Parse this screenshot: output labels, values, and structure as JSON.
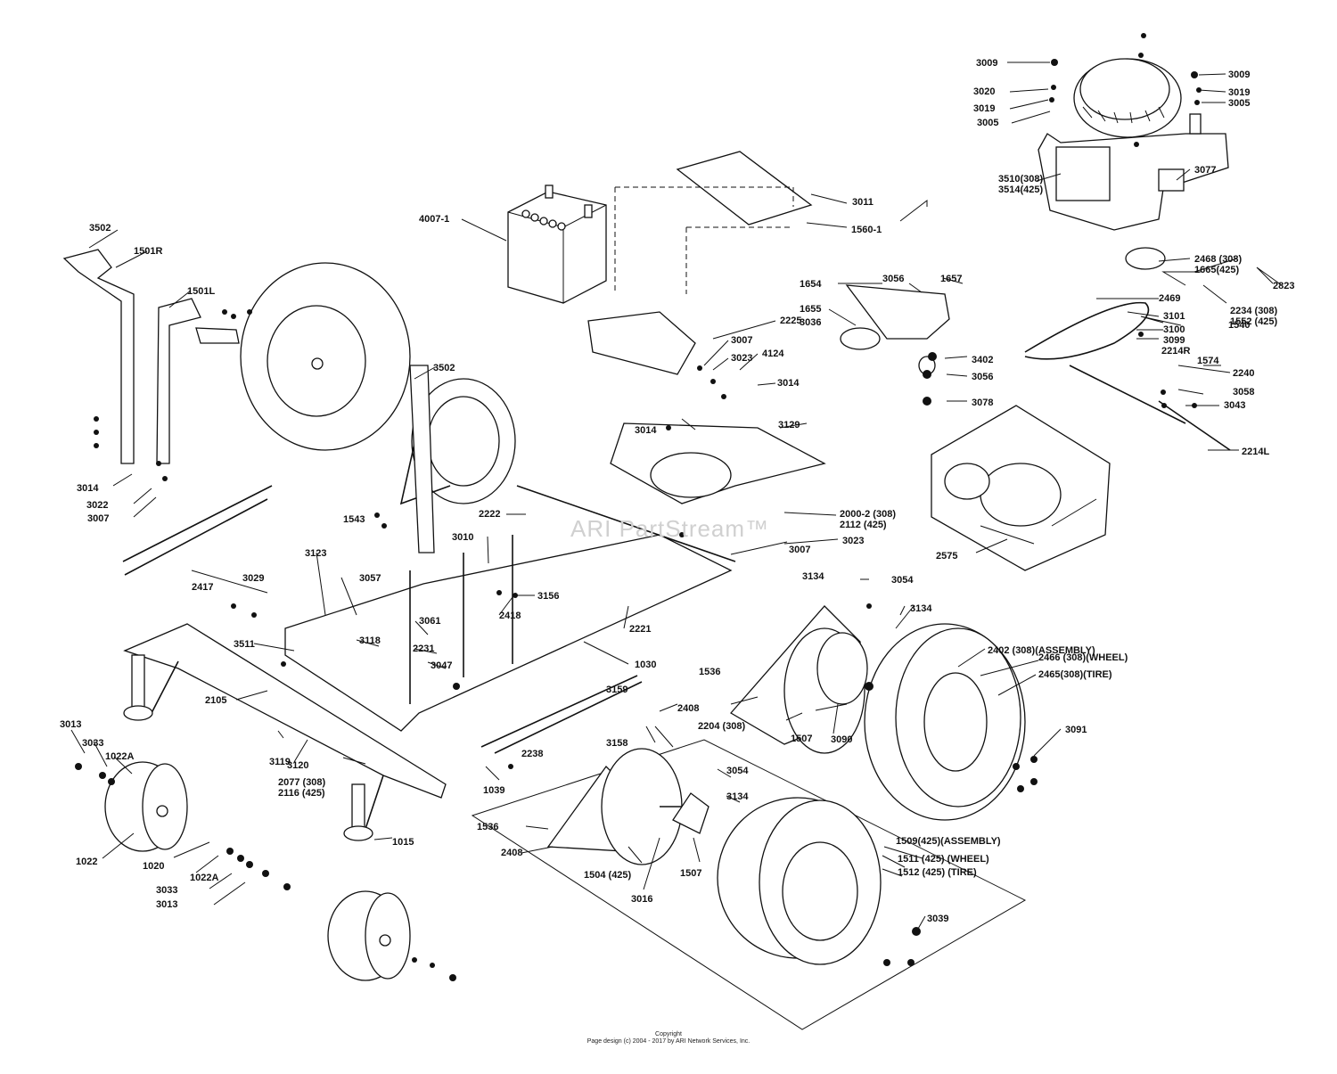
{
  "watermark": "ARI PartStream™",
  "footer": {
    "line1": "Copyright",
    "line2": "Page design (c) 2004 - 2017 by ARI Network Services, Inc."
  },
  "callouts": [
    "3009",
    "3020",
    "3019",
    "3005",
    "3009",
    "3019",
    "3005",
    "3510(308)",
    "3514(425)",
    "3077",
    "3011",
    "1560-1",
    "4007-1",
    "2823",
    "2468 (308)",
    "1665(425)",
    "2234 (308)",
    "1552 (425)",
    "1654",
    "3056",
    "1657",
    "2469",
    "1655",
    "3036",
    "3101",
    "3100",
    "3099",
    "1540",
    "3402",
    "3056",
    "3078",
    "2214R",
    "1574",
    "2240",
    "3058",
    "3043",
    "2214L",
    "2575",
    "3502",
    "1501R",
    "1501L",
    "3502",
    "2225",
    "3007",
    "3023",
    "4124",
    "3014",
    "3014",
    "3129",
    "3014",
    "3022",
    "3007",
    "2417",
    "1543",
    "2222",
    "3010",
    "2000-2 (308)",
    "2112 (425)",
    "3023",
    "3007",
    "3123",
    "3029",
    "3057",
    "3156",
    "2418",
    "2221",
    "3134",
    "3054",
    "3134",
    "3511",
    "3118",
    "3061",
    "2231",
    "1030",
    "3047",
    "2105",
    "1536",
    "2408",
    "2402 (308)(ASSEMBLY)",
    "2466 (308)(WHEEL)",
    "2465(308)(TIRE)",
    "3159",
    "3158",
    "2204 (308)",
    "1507",
    "3090",
    "3091",
    "3013",
    "3033",
    "1022A",
    "2238",
    "3119",
    "3120",
    "1039",
    "2077 (308)",
    "2116 (425)",
    "1022",
    "1020",
    "1022A",
    "3033",
    "3013",
    "1015",
    "3054",
    "3134",
    "1536",
    "2408",
    "1504 (425)",
    "3016",
    "1507",
    "1509(425)(ASSEMBLY)",
    "1511 (425) (WHEEL)",
    "1512 (425) (TIRE)",
    "3039"
  ]
}
